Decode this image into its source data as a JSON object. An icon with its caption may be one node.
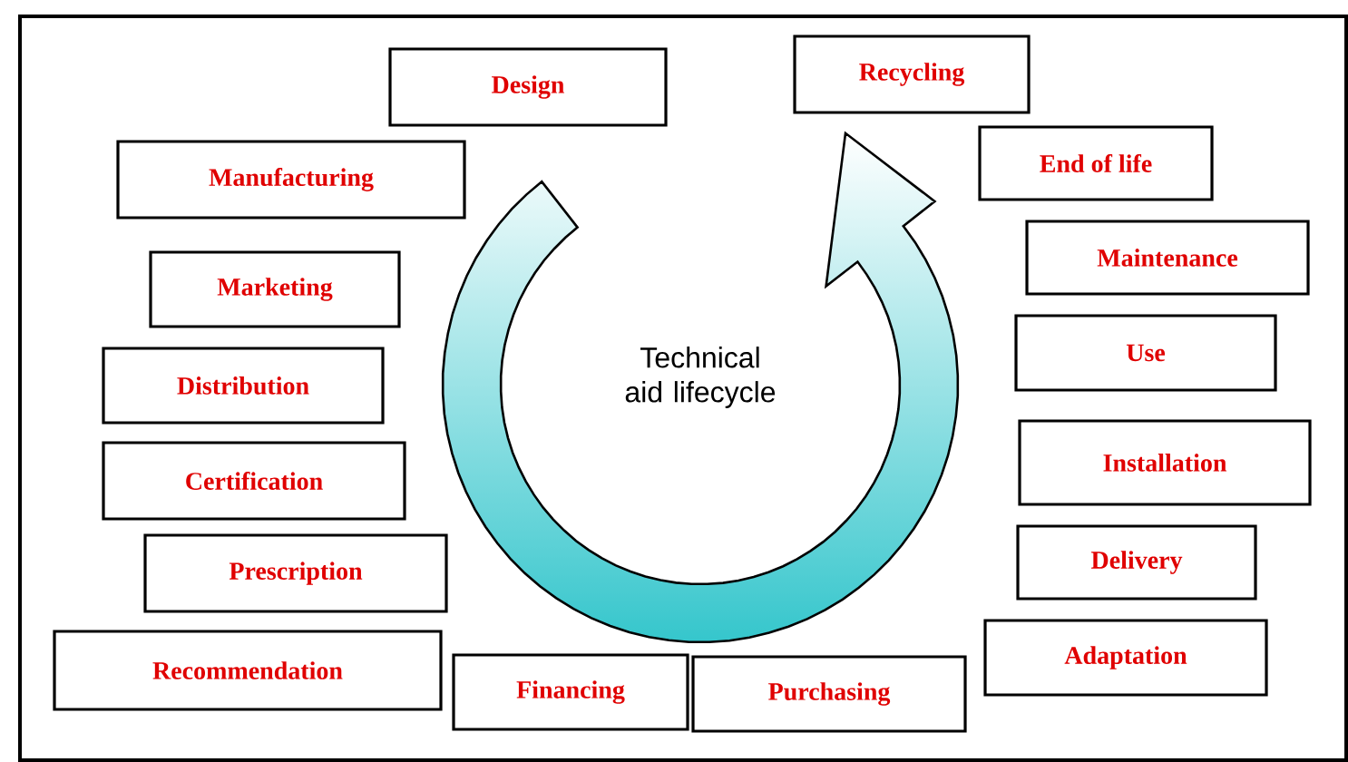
{
  "diagram": {
    "nodes": [
      {
        "text": [
          "Recycling"
        ]
      },
      {
        "text": [
          "Design"
        ]
      },
      {
        "text": [
          "End of life"
        ]
      },
      {
        "text": [
          "Manufacturing"
        ]
      },
      {
        "text": [
          "Maintenance"
        ]
      },
      {
        "text": [
          "Marketing"
        ]
      },
      {
        "text": [
          "Use"
        ]
      },
      {
        "text": [
          "Distribution"
        ]
      },
      {
        "text": [
          "Installation"
        ]
      },
      {
        "text": [
          "Certification"
        ]
      },
      {
        "text": [
          "Delivery"
        ]
      },
      {
        "text": [
          "Prescription"
        ]
      },
      {
        "text": [
          "Adaptation"
        ]
      },
      {
        "text": [
          "Recommendation"
        ]
      },
      {
        "text": [
          "Financing"
        ]
      },
      {
        "text": [
          "Purchasing"
        ]
      }
    ],
    "edges": [],
    "labels": [
      "Technical aid lifecycle"
    ]
  }
}
